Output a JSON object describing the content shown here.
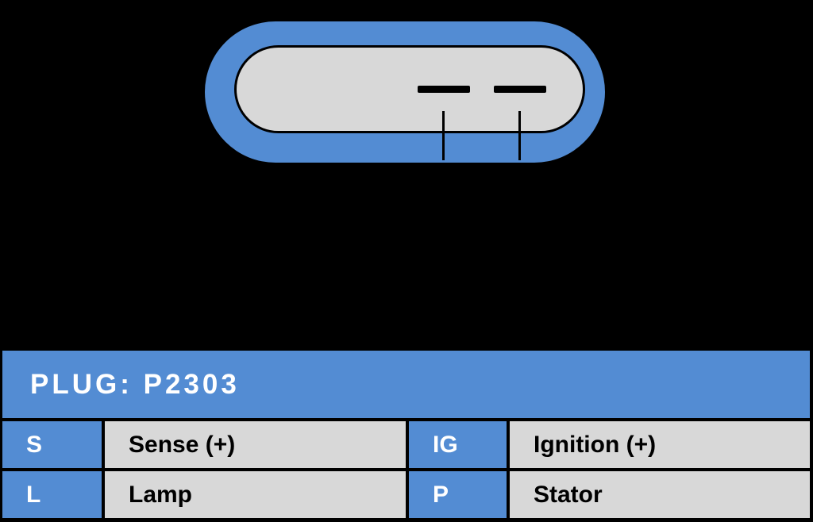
{
  "colors": {
    "background": "#000000",
    "accent_blue": "#538CD3",
    "cell_gray": "#D8D8D8",
    "header_text": "#FFFFFF",
    "body_text": "#000000"
  },
  "connector": {
    "pin_count": 4,
    "style": "oval-4-slot-socket"
  },
  "plug": {
    "title": "PLUG: P2303",
    "pins": [
      {
        "code": "S",
        "label": "Sense (+)"
      },
      {
        "code": "IG",
        "label": "Ignition (+)"
      },
      {
        "code": "L",
        "label": "Lamp"
      },
      {
        "code": "P",
        "label": "Stator"
      }
    ]
  }
}
